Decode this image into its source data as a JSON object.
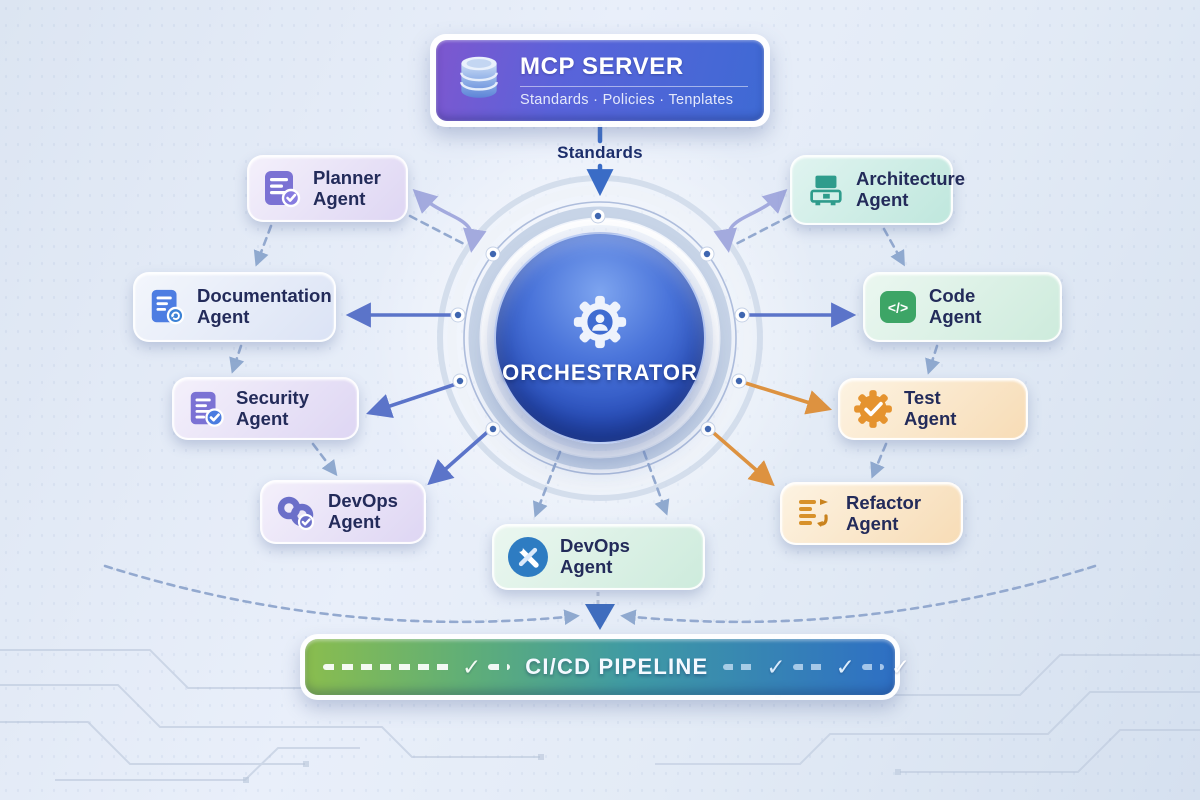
{
  "mcp": {
    "title": "MCP SERVER",
    "subtitle": "Standards · Policies · Tenplates",
    "icon": "database-icon"
  },
  "flow": {
    "standards_label": "Standards"
  },
  "orchestrator": {
    "label": "ORCHESTRATOR",
    "icon": "gear-person-icon"
  },
  "agents": [
    {
      "name": "Planner Agent",
      "line1": "Planner",
      "line2": "Agent",
      "icon": "checklist-check-icon",
      "theme": "purple"
    },
    {
      "name": "Documentation Agent",
      "line1": "Documentation",
      "line2": "Agent",
      "icon": "document-refresh-icon",
      "theme": "blue"
    },
    {
      "name": "Security Agent",
      "line1": "Security",
      "line2": "Agent",
      "icon": "document-check-icon",
      "theme": "purple"
    },
    {
      "name": "DevOps Agent",
      "line1": "DevOps",
      "line2": "Agent",
      "icon": "infinity-check-icon",
      "theme": "purple"
    },
    {
      "name": "DevOps Agent",
      "line1": "DevOps",
      "line2": "Agent",
      "icon": "tools-circle-icon",
      "theme": "green"
    },
    {
      "name": "Architecture Agent",
      "line1": "Architecture",
      "line2": "Agent",
      "icon": "server-rack-icon",
      "theme": "teal"
    },
    {
      "name": "Code Agent",
      "line1": "Code",
      "line2": "Agent",
      "icon": "code-brackets-icon",
      "theme": "green"
    },
    {
      "name": "Test Agent",
      "line1": "Test",
      "line2": "Agent",
      "icon": "gear-check-icon",
      "theme": "orange"
    },
    {
      "name": "Refactor Agent",
      "line1": "Refactor",
      "line2": "Agent",
      "icon": "list-arrows-icon",
      "theme": "orange"
    }
  ],
  "pipeline": {
    "label": "CI/CD PIPELINE",
    "check_glyph": "✓"
  },
  "icons": {
    "code_glyph": "</>"
  },
  "colors": {
    "mcp_purple": "#7e57cf",
    "mcp_blue": "#3e6ad4",
    "orchestrator_blue": "#2a50bc",
    "arrow_blue": "#5b74c9",
    "arrow_lavender": "#a3aade",
    "arrow_orange": "#dd9240",
    "arrow_steel": "#8fa9cf",
    "pipeline_green": "#8abd4e",
    "pipeline_blue": "#2e6fc4",
    "standards_text": "#1c2e6b"
  }
}
